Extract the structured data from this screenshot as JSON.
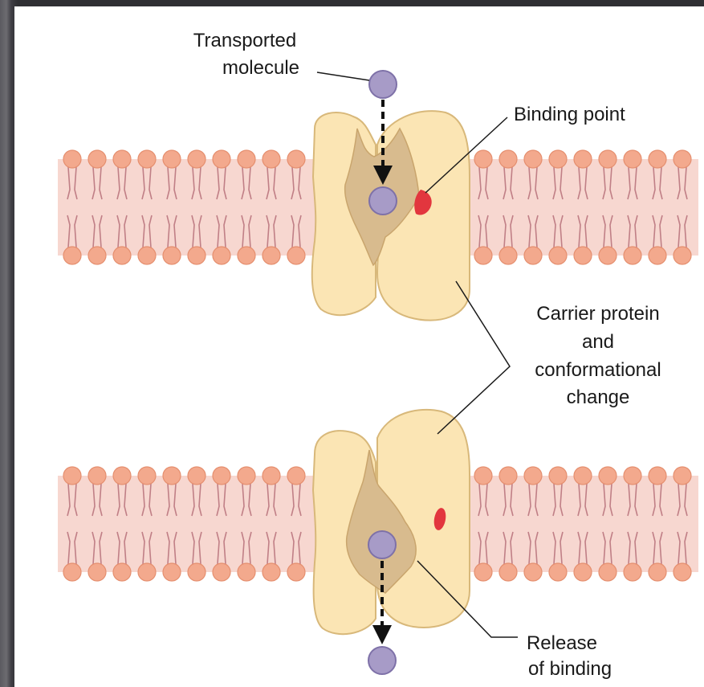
{
  "diagram": {
    "labels": {
      "transported_molecule_line1": "Transported",
      "transported_molecule_line2": "molecule",
      "binding_point": "Binding point",
      "carrier_line1": "Carrier protein",
      "carrier_line2": "and",
      "carrier_line3": "conformational",
      "carrier_line4": "change",
      "release_line1": "Release",
      "release_line2": "of binding"
    },
    "colors": {
      "lipid_head": "#f3a98d",
      "lipid_head_stroke": "#e58f6f",
      "membrane_band": "#f7d7d0",
      "lipid_tail": "#c07f86",
      "protein": "#fbe5b4",
      "protein_stroke": "#d8b87a",
      "channel": "#d8bb8e",
      "molecule": "#a79bc7",
      "molecule_stroke": "#7e71a8",
      "binding_site": "#e2363e",
      "background_frame": "#5e5d63"
    }
  }
}
